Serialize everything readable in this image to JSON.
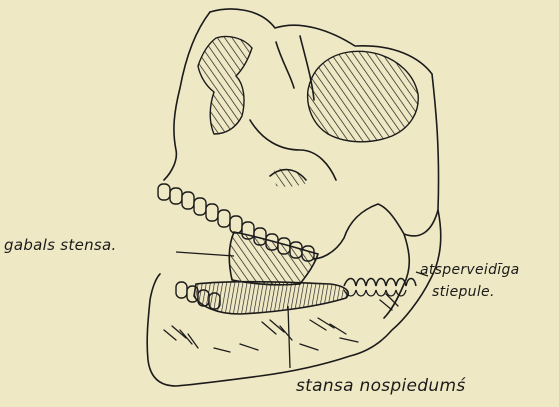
{
  "labels": {
    "fragment": "gabals stensa.",
    "stump_line1": "atsperveidīga",
    "stump_line2": "stiepule.",
    "imprint": "stansa nospiedumś"
  },
  "colors": {
    "paper": "#efe8c4",
    "ink": "#1b1b1b"
  }
}
